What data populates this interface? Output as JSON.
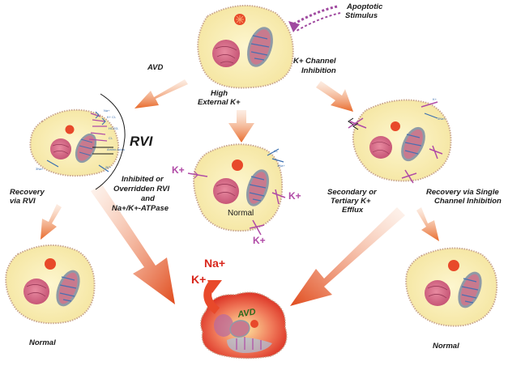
{
  "labels": {
    "apoptotic_stimulus": [
      "Apoptotic",
      "Stimulus"
    ],
    "avd": "AVD",
    "k_channel_inhibition": [
      "K+ Channel",
      "Inhibition"
    ],
    "high_external_k": [
      "High",
      "External K+"
    ],
    "rvi": "RVI",
    "recovery_via_rvi": [
      "Recovery",
      "via RVI"
    ],
    "inhibited_rvi": [
      "Inhibited or",
      "Overridden RVI",
      "and",
      "Na+/K+-ATPase"
    ],
    "secondary_tertiary": [
      "Secondary or",
      "Tertiary K+",
      "Efflux"
    ],
    "recovery_single_channel": [
      "Recovery via Single",
      "Channel Inhibition"
    ],
    "normal_left": "Normal",
    "normal_center": "Normal",
    "normal_right": "Normal",
    "avd_in_cell": "AVD"
  },
  "ions": {
    "center_k_left": "K+",
    "center_k_right": "K+",
    "center_k_bottom": "K+",
    "na": "Na+",
    "k": "K+"
  },
  "colors": {
    "cell_fill": "#fbf0b4",
    "cell_border": "#c9a58f",
    "nucleus": "#d46a83",
    "mito_outer": "#8f9aa6",
    "mito_inner": "#c87a8e",
    "arrow": "#e8692a",
    "stimulus": "#a04aa0",
    "dying_cell": "#e8433a"
  }
}
